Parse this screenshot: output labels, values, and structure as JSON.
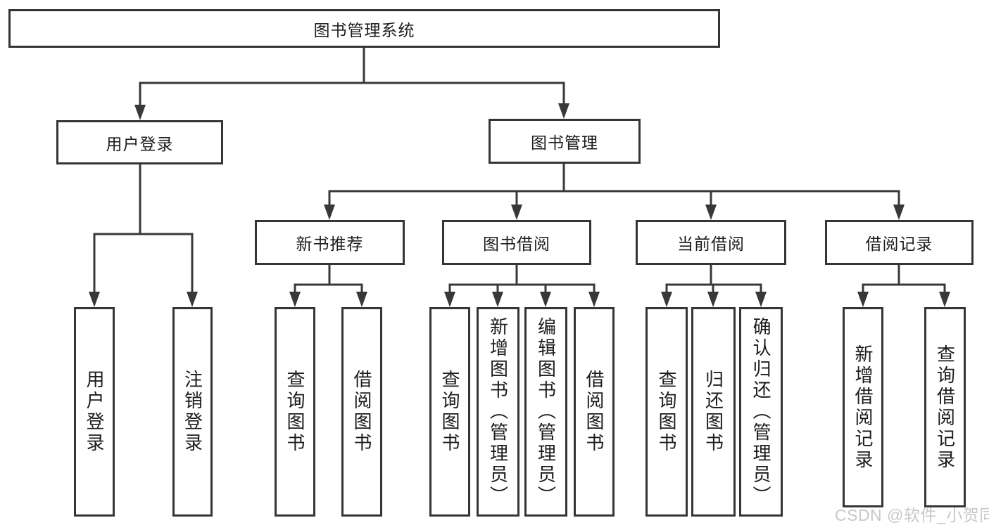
{
  "diagram": {
    "root": {
      "label": "图书管理系统",
      "children": [
        {
          "label": "用户登录",
          "children": [
            {
              "label": "用户登录"
            },
            {
              "label": "注销登录"
            }
          ]
        },
        {
          "label": "图书管理",
          "children": [
            {
              "label": "新书推荐",
              "children": [
                {
                  "label": "查询图书"
                },
                {
                  "label": "借阅图书"
                }
              ]
            },
            {
              "label": "图书借阅",
              "children": [
                {
                  "label": "查询图书"
                },
                {
                  "label": "新增图书（管理员）"
                },
                {
                  "label": "编辑图书（管理员）"
                },
                {
                  "label": "借阅图书"
                }
              ]
            },
            {
              "label": "当前借阅",
              "children": [
                {
                  "label": "查询图书"
                },
                {
                  "label": "归还图书"
                },
                {
                  "label": "确认归还（管理员）"
                }
              ]
            },
            {
              "label": "借阅记录",
              "children": [
                {
                  "label": "新增借阅记录"
                },
                {
                  "label": "查询借阅记录"
                }
              ]
            }
          ]
        }
      ]
    }
  },
  "watermark": {
    "text": "CSDN @软件_小贺同学"
  },
  "colors": {
    "line": "#383838",
    "text": "#1c1c1c",
    "watermark": "#c8c8c8",
    "background": "#ffffff"
  }
}
